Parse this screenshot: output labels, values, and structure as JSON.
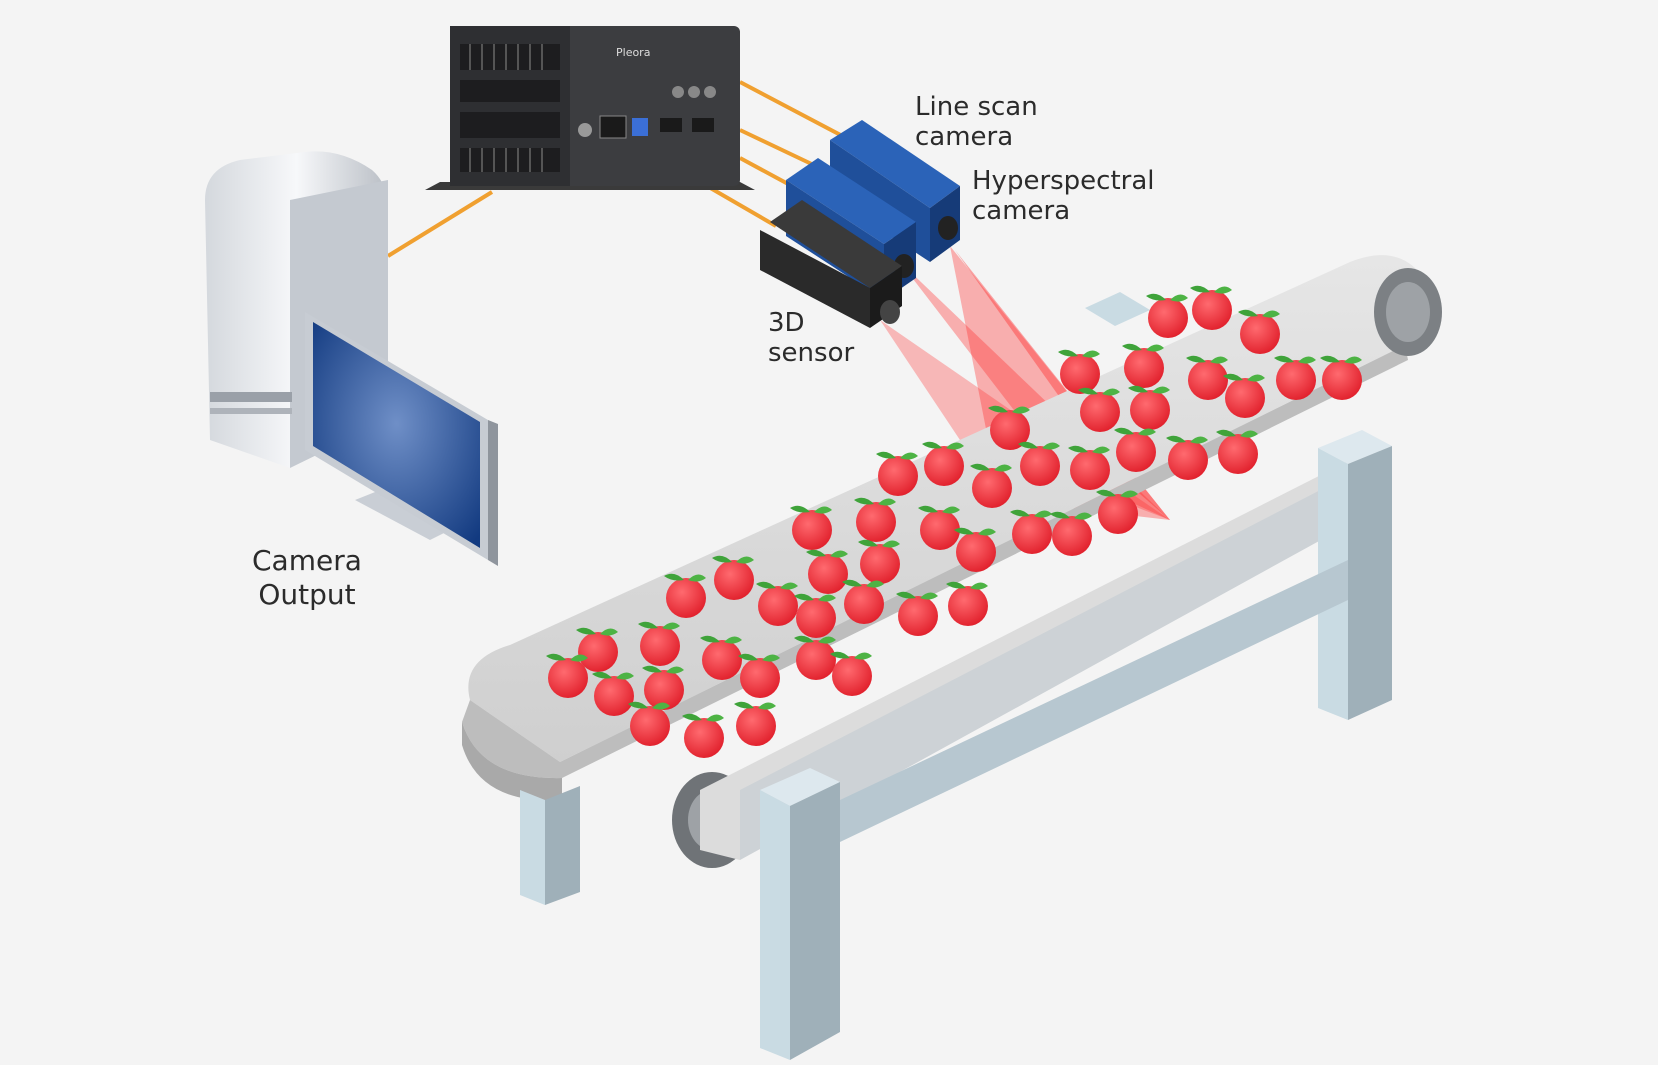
{
  "labels": {
    "line_scan": "Line scan\ncamera",
    "hyperspectral": "Hyperspectral\ncamera",
    "sensor_3d": "3D\nsensor",
    "camera_output": "Camera\nOutput",
    "brand": "Pleora"
  },
  "colors": {
    "background": "#f4f4f4",
    "cable": "#f0a030",
    "camera_blue": "#1f4f9a",
    "sensor_black": "#2a2a2a",
    "laser_red": "#ff2a2a",
    "apple_red": "#f0303a",
    "leaf_green": "#3fa33a",
    "belt_grey": "#d8d8d8",
    "frame_light_blue": "#c9dbe3",
    "screen_blue": "#1f4e96"
  },
  "icons": {
    "embedded_box": "embedded-processing-box-icon",
    "computer_tower": "computer-tower-icon",
    "monitor": "monitor-icon",
    "apple": "apple-icon"
  }
}
